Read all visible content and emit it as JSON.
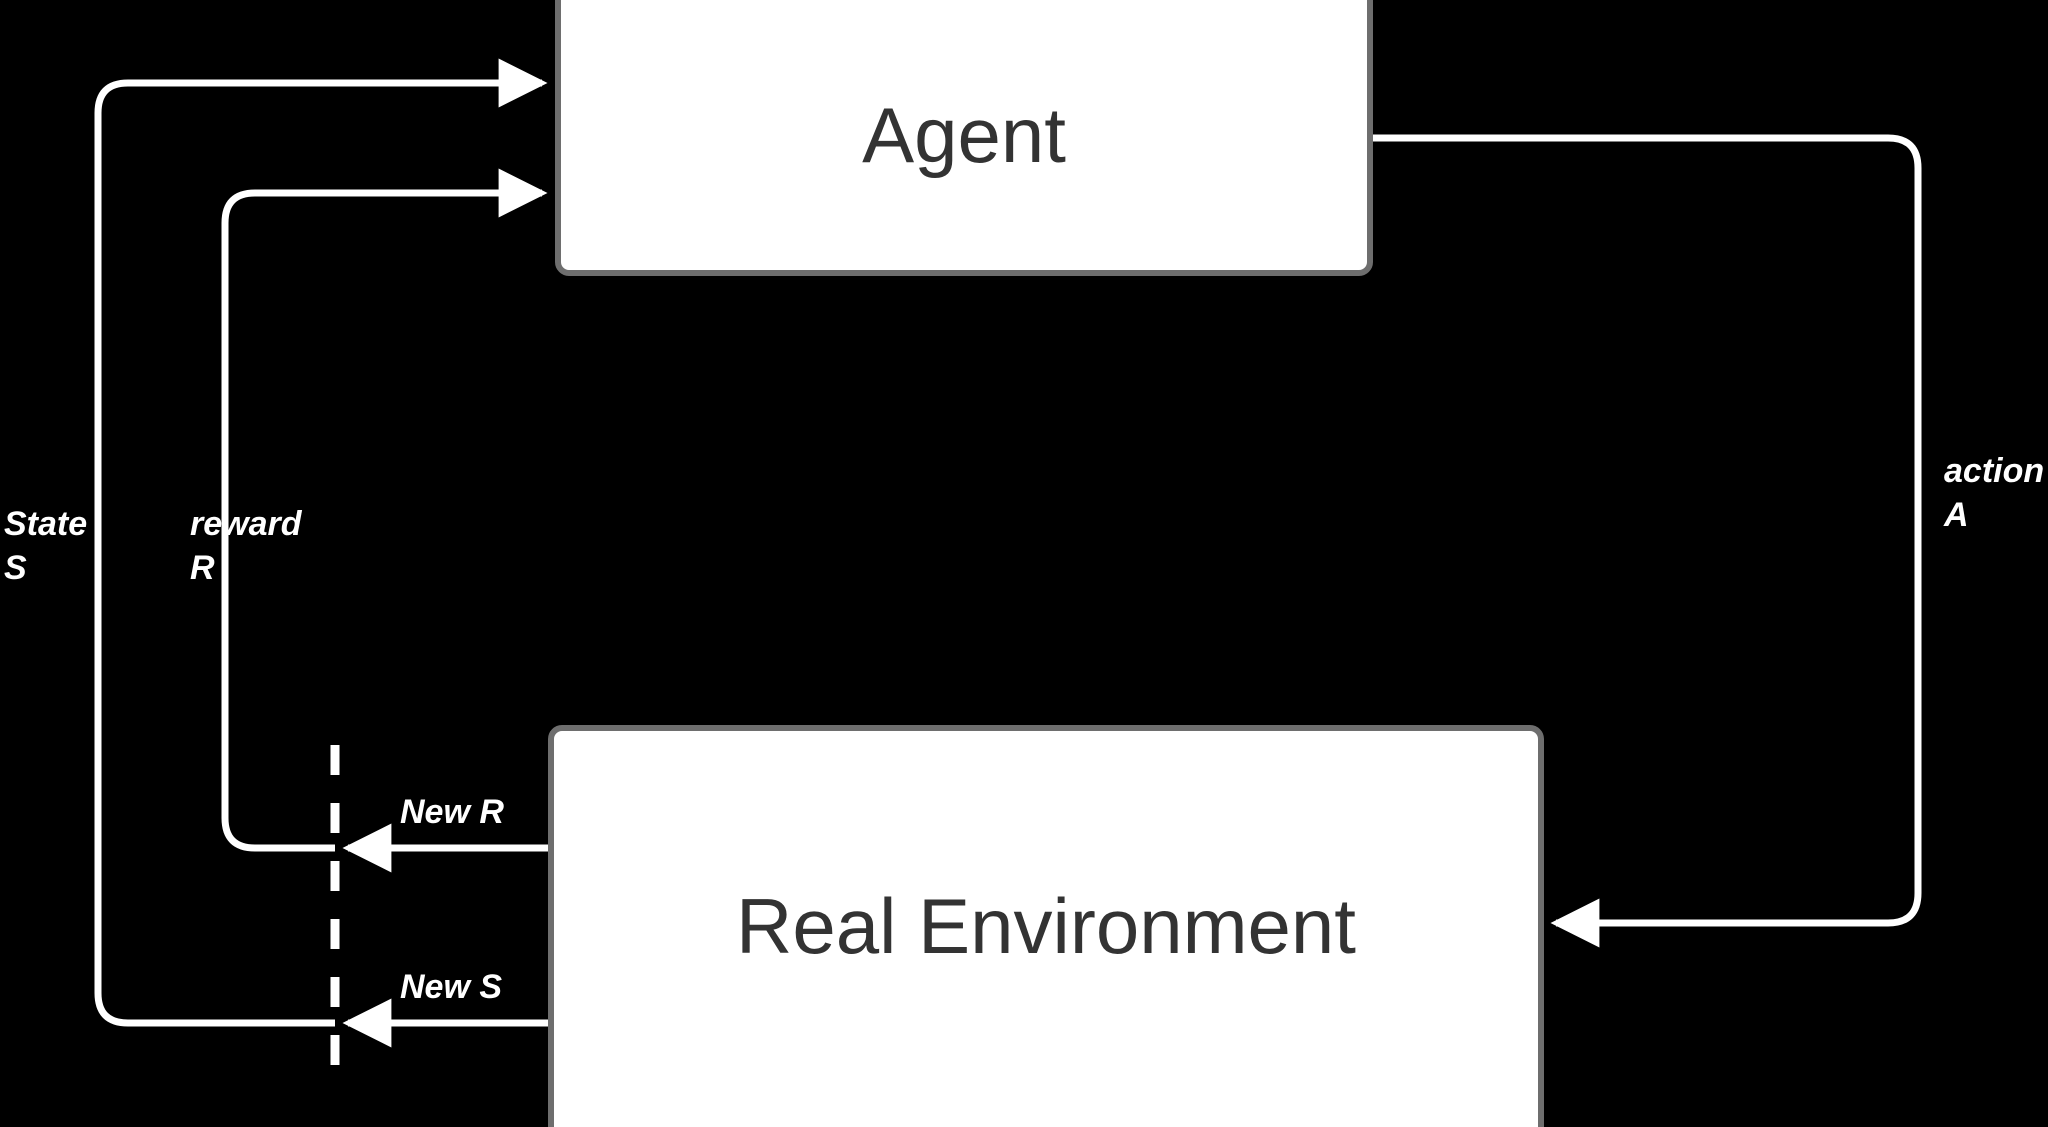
{
  "diagram": {
    "type": "flow-diagram",
    "title": "Reinforcement Learning Agent-Environment Interaction Loop",
    "background_color": "#000000",
    "node_fill_color": "#ffffff",
    "node_border_color": "#6e6e6e",
    "node_text_color": "#333333",
    "edge_color": "#ffffff",
    "nodes": [
      {
        "id": "agent",
        "label": "Agent"
      },
      {
        "id": "environment",
        "label": "Real Environment"
      }
    ],
    "edges": [
      {
        "id": "state",
        "label": "State\nS",
        "from": "environment",
        "to": "agent"
      },
      {
        "id": "reward",
        "label": "reward\nR",
        "from": "environment",
        "to": "agent"
      },
      {
        "id": "action",
        "label": "action\nA",
        "from": "agent",
        "to": "environment"
      },
      {
        "id": "new-r",
        "label": "New R",
        "from": "environment",
        "to": "reward"
      },
      {
        "id": "new-s",
        "label": "New S",
        "from": "environment",
        "to": "state"
      }
    ],
    "divider": {
      "id": "time-step-divider",
      "style": "dashed",
      "orientation": "vertical"
    }
  }
}
